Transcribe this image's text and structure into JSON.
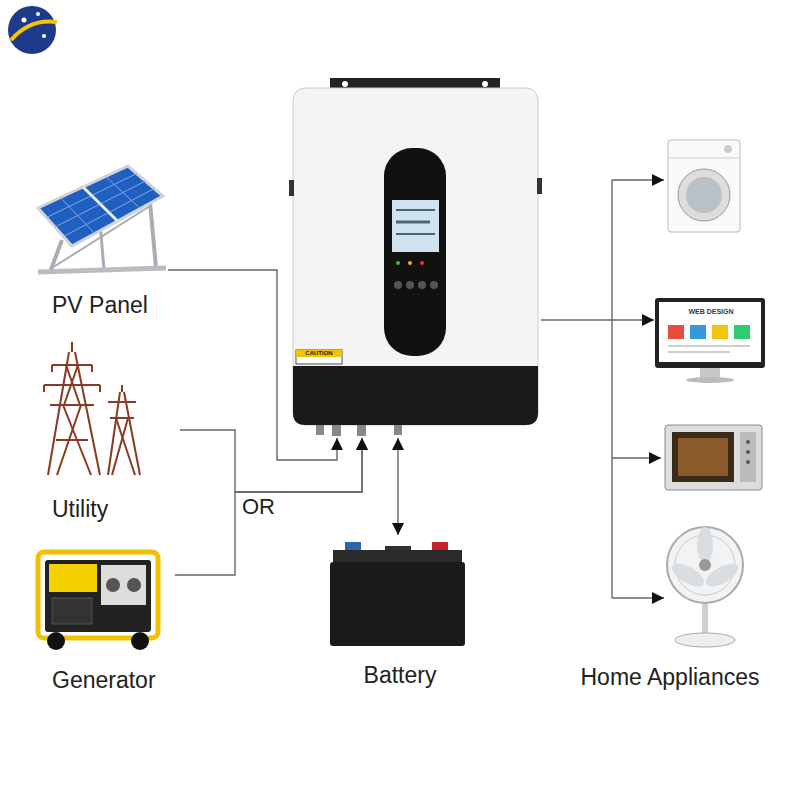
{
  "diagram": {
    "nodes": [
      {
        "text": [
          "PV Panel"
        ]
      },
      {
        "text": [
          "Utility"
        ]
      },
      {
        "text": [
          "Generator"
        ]
      },
      {
        "text": [
          "CAUTION"
        ]
      },
      {
        "text": [
          "Battery"
        ]
      },
      {
        "text": [
          "Home Appliances"
        ]
      },
      {
        "text": [
          "WEB DESIGN"
        ],
        "in": 5
      }
    ],
    "edges": [
      {
        "from": 0,
        "to": 3,
        "arrow": "to"
      },
      {
        "from": 1,
        "to": 3,
        "arrow": "to"
      },
      {
        "from": 2,
        "to": 3,
        "arrow": "to"
      },
      {
        "from": 3,
        "to": 4,
        "arrow": "both"
      },
      {
        "from": 3,
        "to": 6,
        "arrow": "to"
      }
    ],
    "labels": [
      "OR"
    ]
  }
}
